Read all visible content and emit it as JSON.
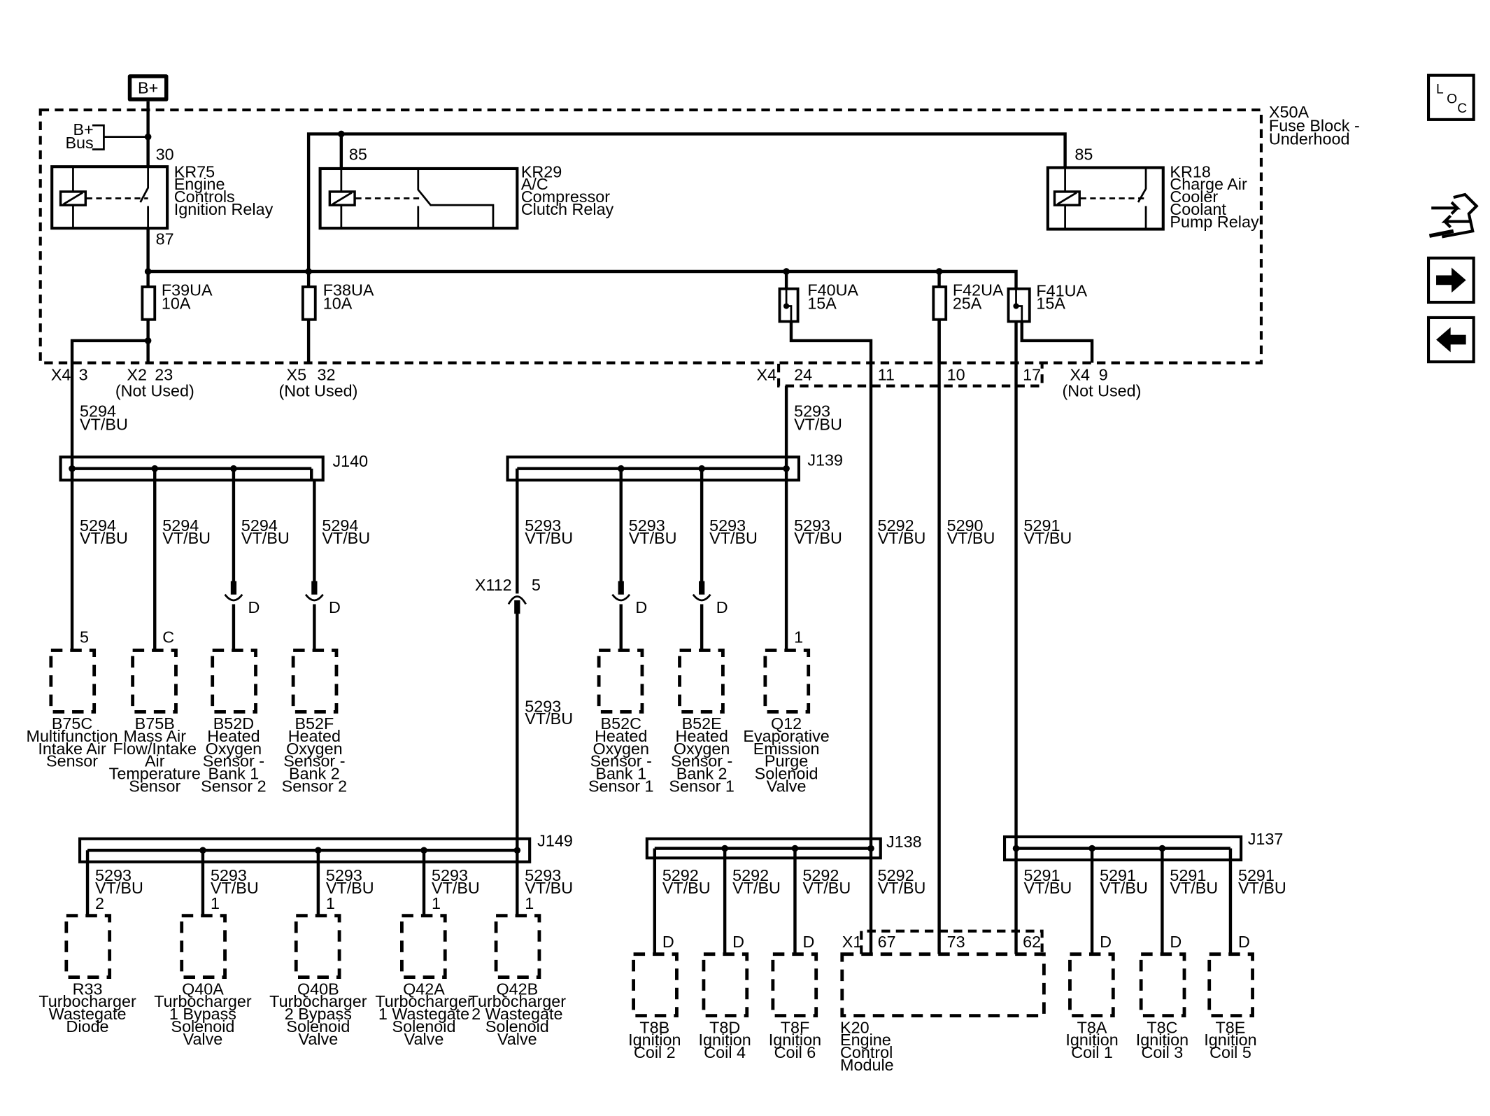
{
  "supply": {
    "label": "B+"
  },
  "fuse_block": {
    "name": "X50A",
    "desc": [
      "Fuse Block -",
      "Underhood"
    ]
  },
  "bus": {
    "l1": "B+",
    "l2": "Bus"
  },
  "relays": {
    "kr75": {
      "name": "KR75",
      "desc": [
        "Engine",
        "Controls",
        "Ignition Relay"
      ],
      "pin_in": "30",
      "pin_out": "87"
    },
    "kr29": {
      "name": "KR29",
      "desc": [
        "A/C",
        "Compressor",
        "Clutch Relay"
      ],
      "pin": "85"
    },
    "kr18": {
      "name": "KR18",
      "desc": [
        "Charge Air",
        "Cooler",
        "Coolant",
        "Pump Relay"
      ],
      "pin": "85"
    }
  },
  "fuses": {
    "f39": {
      "name": "F39UA",
      "rating": "10A"
    },
    "f38": {
      "name": "F38UA",
      "rating": "10A"
    },
    "f40": {
      "name": "F40UA",
      "rating": "15A"
    },
    "f42": {
      "name": "F42UA",
      "rating": "25A"
    },
    "f41": {
      "name": "F41UA",
      "rating": "15A"
    }
  },
  "terminals": {
    "x4a_conn": "X4",
    "x4a_pin": "3",
    "x2_conn": "X2",
    "x2_pin": "23",
    "x2_note": "(Not Used)",
    "x5_conn": "X5",
    "x5_pin": "32",
    "x5_note": "(Not Used)",
    "x4b_conn": "X4",
    "x4b_pin": "24",
    "pin11": "11",
    "pin10": "10",
    "pin17": "17",
    "x4c_conn": "X4",
    "x4c_pin": "9",
    "x4c_note": "(Not Used)"
  },
  "wire_color": "VT/BU",
  "circuits": {
    "c5294": "5294",
    "c5293": "5293",
    "c5292": "5292",
    "c5290": "5290",
    "c5291": "5291"
  },
  "splices": {
    "j140": "J140",
    "j139": "J139",
    "j149": "J149",
    "j138": "J138",
    "j137": "J137"
  },
  "inline": {
    "x112": "X112",
    "x112_pin": "5"
  },
  "pins": {
    "p5": "5",
    "pC": "C",
    "pD": "D",
    "p1": "1",
    "p2": "2"
  },
  "components": {
    "b75c": [
      "B75C",
      "Multifunction",
      "Intake Air",
      "Sensor"
    ],
    "b75b": [
      "B75B",
      "Mass Air",
      "Flow/Intake",
      "Air",
      "Temperature",
      "Sensor"
    ],
    "b52d": [
      "B52D",
      "Heated",
      "Oxygen",
      "Sensor -",
      "Bank 1",
      "Sensor 2"
    ],
    "b52f": [
      "B52F",
      "Heated",
      "Oxygen",
      "Sensor -",
      "Bank 2",
      "Sensor 2"
    ],
    "b52c": [
      "B52C",
      "Heated",
      "Oxygen",
      "Sensor -",
      "Bank 1",
      "Sensor 1"
    ],
    "b52e": [
      "B52E",
      "Heated",
      "Oxygen",
      "Sensor -",
      "Bank 2",
      "Sensor 1"
    ],
    "q12": [
      "Q12",
      "Evaporative",
      "Emission",
      "Purge",
      "Solenoid",
      "Valve"
    ],
    "r33": [
      "R33",
      "Turbocharger",
      "Wastegate",
      "Diode"
    ],
    "q40a": [
      "Q40A",
      "Turbocharger",
      "1 Bypass",
      "Solenoid",
      "Valve"
    ],
    "q40b": [
      "Q40B",
      "Turbocharger",
      "2 Bypass",
      "Solenoid",
      "Valve"
    ],
    "q42a": [
      "Q42A",
      "Turbocharger",
      "1 Wastegate",
      "Solenoid",
      "Valve"
    ],
    "q42b": [
      "Q42B",
      "Turbocharger",
      "2 Wastegate",
      "Solenoid",
      "Valve"
    ],
    "t8b": [
      "T8B",
      "Ignition",
      "Coil 2"
    ],
    "t8d": [
      "T8D",
      "Ignition",
      "Coil 4"
    ],
    "t8f": [
      "T8F",
      "Ignition",
      "Coil 6"
    ],
    "k20": [
      "K20",
      "Engine",
      "Control",
      "Module"
    ],
    "t8a": [
      "T8A",
      "Ignition",
      "Coil 1"
    ],
    "t8c": [
      "T8C",
      "Ignition",
      "Coil 3"
    ],
    "t8e": [
      "T8E",
      "Ignition",
      "Coil 5"
    ]
  },
  "k20_conn": {
    "name": "X1",
    "p67": "67",
    "p73": "73",
    "p62": "62"
  },
  "nav": {
    "loc_l": "L",
    "loc_o": "O",
    "loc_c": "C"
  }
}
